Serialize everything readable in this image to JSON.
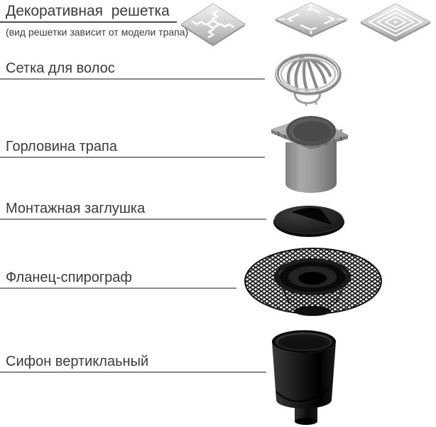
{
  "diagram": {
    "subject": "shower-drain-exploded-view",
    "background": "#ffffff"
  },
  "colors": {
    "label_text": "#3b3b3b",
    "leader_line": "#8a8a8a",
    "title_underline": "#4f4f4f",
    "metal_silver": "#d2d2d2",
    "plastic_gray": "#979797",
    "plastic_black": "#121212"
  },
  "parts": [
    {
      "label": "Декоративная  решетка",
      "note": "(вид решетки зависит от модели трапа)",
      "icon": "decorative-grate"
    },
    {
      "label": "Сетка для волос",
      "icon": "hair-strainer"
    },
    {
      "label": "Горловина трапа",
      "icon": "trap-neck"
    },
    {
      "label": "Монтажная заглушка",
      "icon": "mounting-plug"
    },
    {
      "label": "Фланец-спирограф",
      "icon": "spirograph-flange"
    },
    {
      "label": "Сифон вертиклаьный",
      "icon": "vertical-siphon"
    }
  ]
}
